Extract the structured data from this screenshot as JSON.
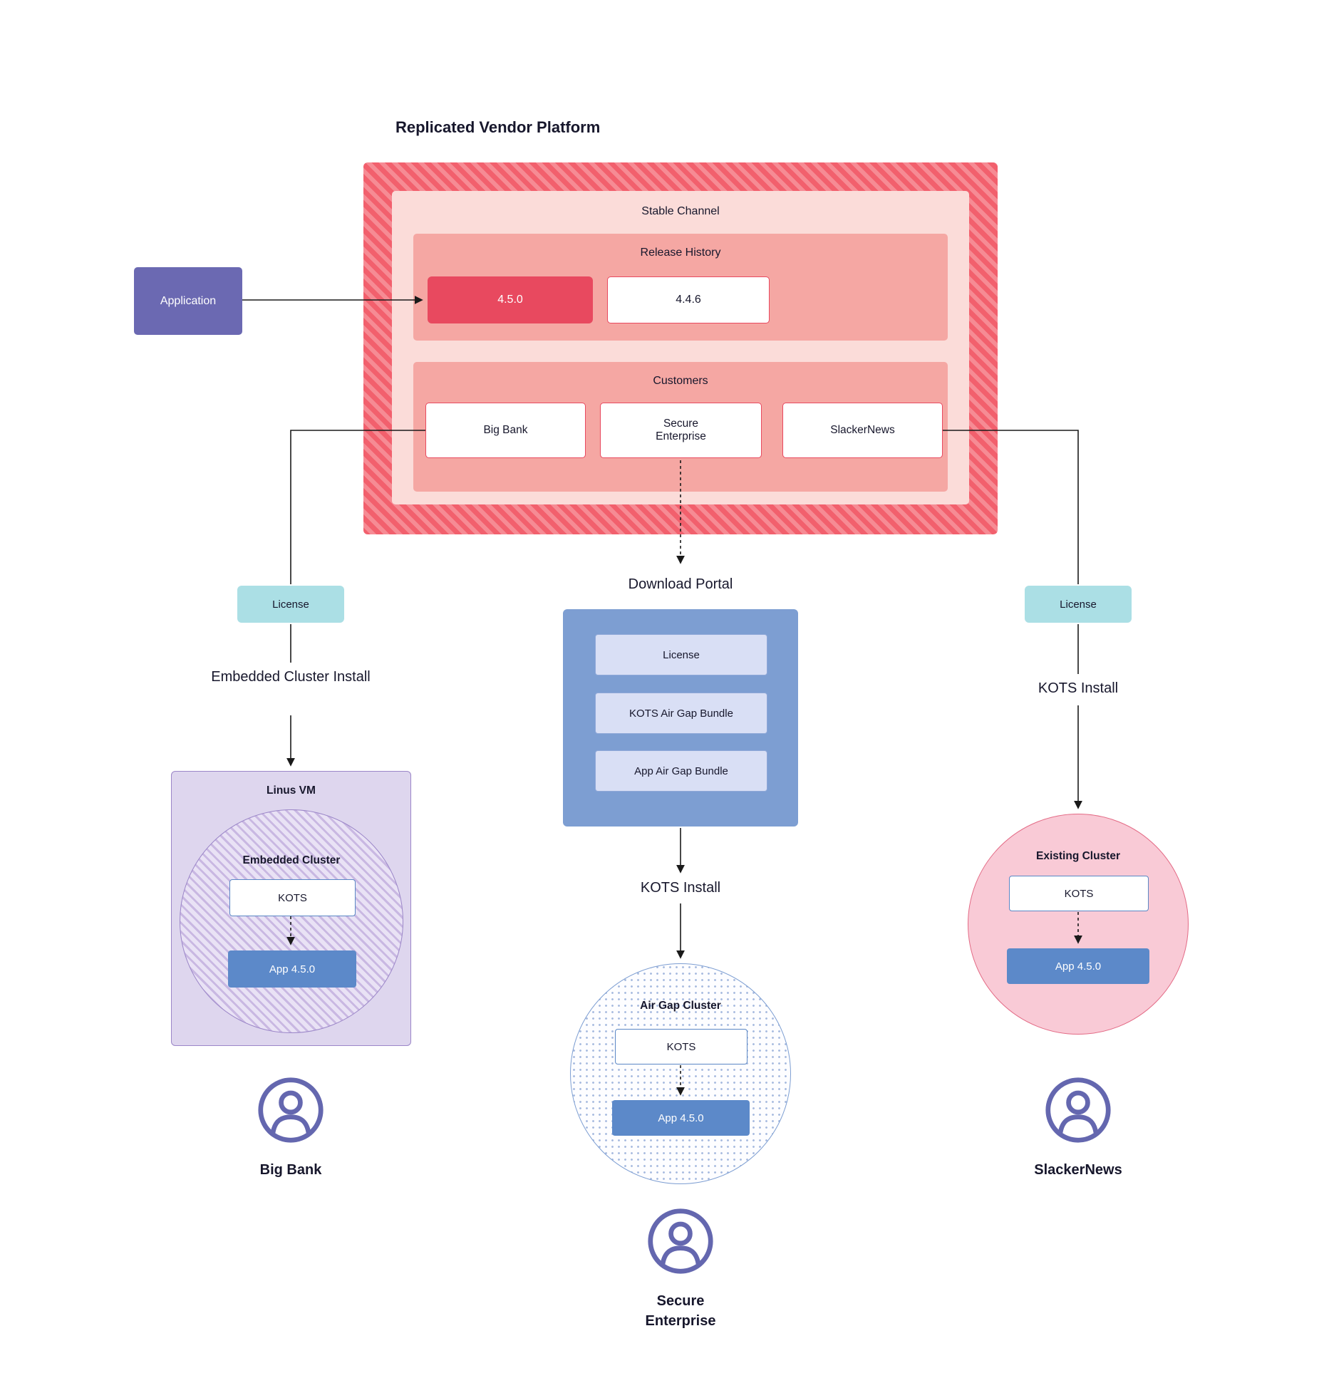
{
  "title": "Replicated Vendor Platform",
  "application": {
    "label": "Application"
  },
  "platform": {
    "stable_channel": {
      "label": "Stable Channel",
      "release_history": {
        "label": "Release History",
        "releases": [
          {
            "version": "4.5.0",
            "state": "current"
          },
          {
            "version": "4.4.6",
            "state": "previous"
          }
        ]
      },
      "customers": {
        "label": "Customers",
        "items": [
          {
            "name": "Big Bank"
          },
          {
            "name": "Secure Enterprise"
          },
          {
            "name": "SlackerNews"
          }
        ]
      }
    }
  },
  "download_portal": {
    "title": "Download Portal",
    "items": [
      {
        "label": "License"
      },
      {
        "label": "KOTS Air Gap Bundle"
      },
      {
        "label": "App Air Gap Bundle"
      }
    ]
  },
  "flows": {
    "big_bank": {
      "license_label": "License",
      "install_label": "Embedded Cluster Install",
      "vm_label": "Linus VM",
      "cluster_label": "Embedded Cluster",
      "kots_label": "KOTS",
      "app_label": "App 4.5.0",
      "customer_label": "Big Bank"
    },
    "secure_enterprise": {
      "install_label": "KOTS Install",
      "cluster_label": "Air Gap Cluster",
      "kots_label": "KOTS",
      "app_label": "App 4.5.0",
      "customer_label": "Secure Enterprise"
    },
    "slackernews": {
      "license_label": "License",
      "install_label": "KOTS Install",
      "cluster_label": "Existing Cluster",
      "kots_label": "KOTS",
      "app_label": "App 4.5.0",
      "customer_label": "SlackerNews"
    }
  },
  "colors": {
    "platform_red": "#f2606d",
    "platform_red_stripe": "#f68b94",
    "channel_pink": "#fbdcd9",
    "section_salmon": "#f5a7a3",
    "release_current_red": "#e8495f",
    "application_purple": "#6b69b2",
    "license_teal": "#abdfe5",
    "portal_blue": "#7d9ed2",
    "portal_item_blue": "#d9dff5",
    "vm_purple": "#ded6ee",
    "cluster_stripe_purple": "#c9b8e2",
    "app_blue": "#5c89c9",
    "existing_cluster_pink": "#f9cad6",
    "user_icon_purple": "#6467af",
    "connector": "#1a1a1a"
  }
}
